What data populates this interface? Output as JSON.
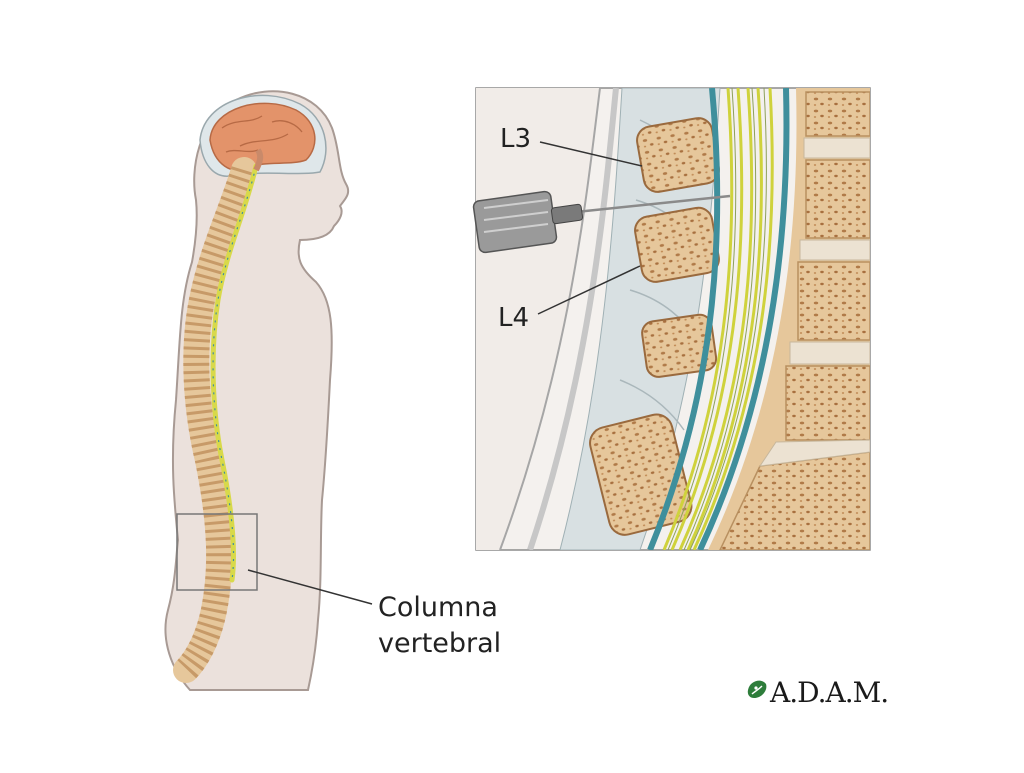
{
  "labels": {
    "l3": "L3",
    "l4": "L4",
    "spine_line1": "Columna",
    "spine_line2": "vertebral"
  },
  "logo": {
    "text": "A.D.A.M."
  },
  "colors": {
    "body": "#ebe1dc",
    "body_outline": "#a89a94",
    "brain": "#e3936a",
    "bone": "#e6c79b",
    "spinal_cord": "#d8d94a",
    "dura": "#3f8f9c",
    "ligament": "#b9c6c8",
    "logo_green": "#2e7d3b"
  }
}
